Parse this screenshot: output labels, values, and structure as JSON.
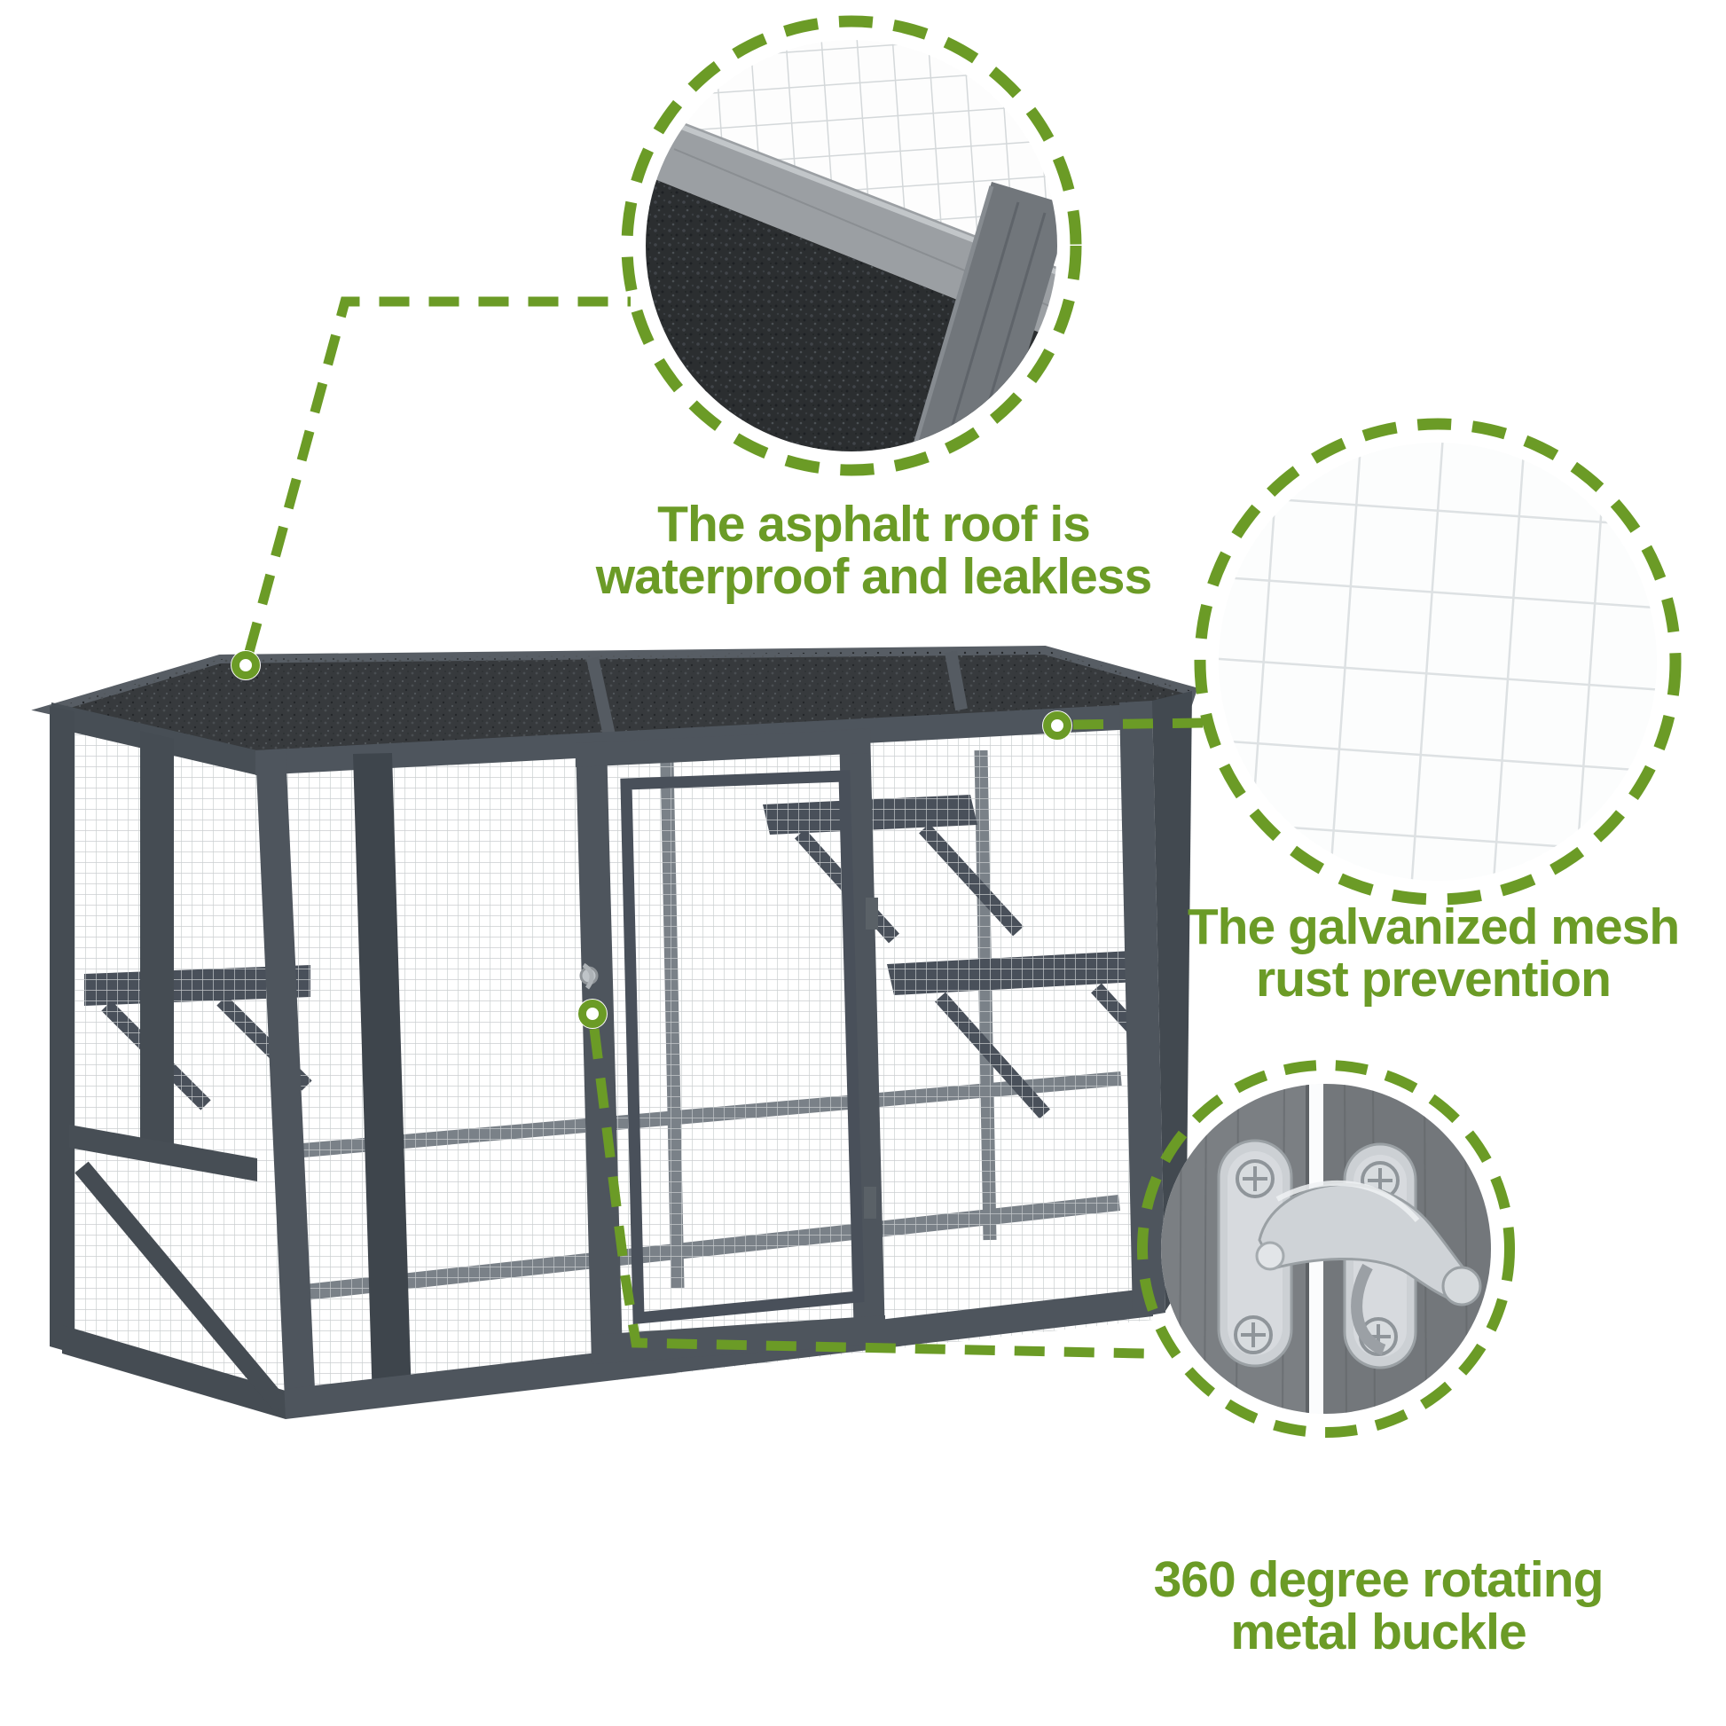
{
  "image_description": "Product feature image of a grey wooden outdoor cat cage (catio) with three zoomed detail circles and green dashed callouts",
  "colors": {
    "accent_green": "#6b9b26",
    "background": "#ffffff",
    "frame_grey": "#4e555d",
    "frame_grey_dark": "#434a51",
    "roof_asphalt": "#2b2e30",
    "mesh_line_grey": "#c8ccce",
    "metal_silver": "#ccd0d4",
    "wood_board_grey": "#777b7f"
  },
  "callouts": {
    "roof": {
      "line1": "The asphalt roof is",
      "line2": "waterproof and leakless"
    },
    "mesh": {
      "line1": "The galvanized mesh",
      "line2": "rust prevention"
    },
    "buckle": {
      "line1": "360 degree rotating",
      "line2": "metal buckle"
    }
  }
}
